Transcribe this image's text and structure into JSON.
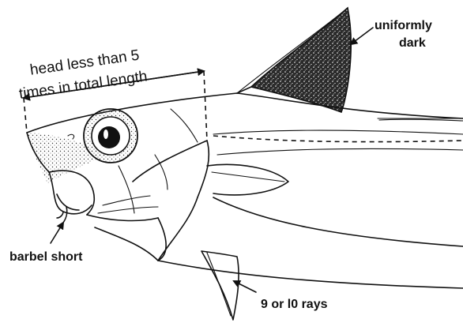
{
  "labels": {
    "head_line1": "head less than 5",
    "head_line2": "times in total length",
    "dorsal_line1": "uniformly",
    "dorsal_line2": "dark",
    "barbel": "barbel short",
    "rays": "9 or l0 rays"
  }
}
